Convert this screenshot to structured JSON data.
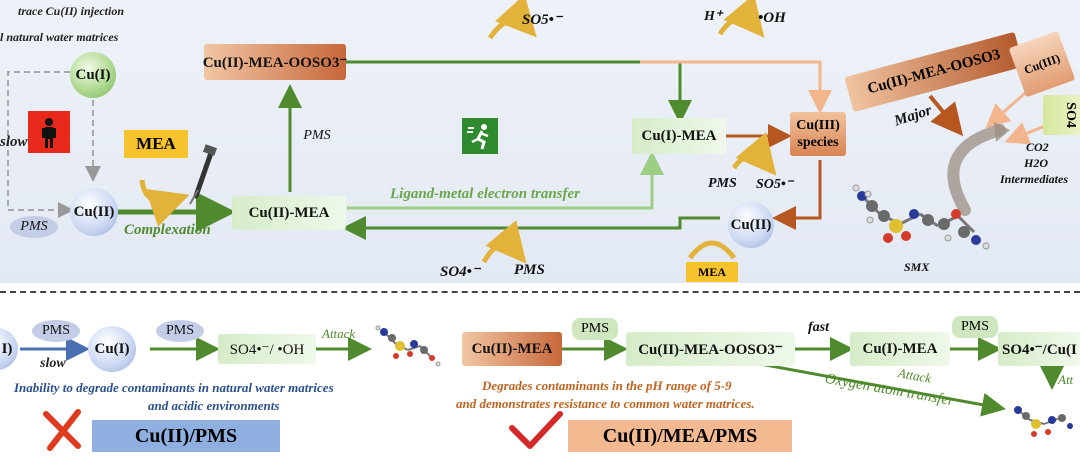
{
  "top": {
    "intro_line1": "trace Cu(II) injection",
    "intro_line2": "l natural water matrices",
    "left_cu1": "Cu(I)",
    "left_cu2": "Cu(II)",
    "slow": "slow",
    "pms_left": "PMS",
    "mea_label": "MEA",
    "cu2_mea_oso3": "Cu(II)-MEA-OOSO3⁻",
    "pms_vertical": "PMS",
    "cu2_mea": "Cu(II)-MEA",
    "complexation": "Complexation",
    "ligand_transfer": "Ligand-metal electron transfer",
    "so5_top": "SO5•⁻",
    "h_plus": "H⁺",
    "oh_top": "•OH",
    "cu1_mea": "Cu(I)-MEA",
    "cu3_species": "Cu(III) species",
    "pms_mid": "PMS",
    "so5_mid": "SO5•⁻",
    "cu2_right": "Cu(II)",
    "mea_small": "MEA",
    "so4_bottom": "SO4•⁻",
    "pms_bottom": "PMS"
  },
  "right_panel": {
    "big_label": "Cu(II)-MEA-OOSO3",
    "cu3": "Cu(III)",
    "so4_edge": "SO4",
    "major": "Major",
    "products": [
      "CO2",
      "H2O",
      "Intermediates"
    ],
    "smx": "SMX"
  },
  "bottom_left": {
    "cu_edge": "I)",
    "pms1": "PMS",
    "slow": "slow",
    "cu1": "Cu(I)",
    "pms2": "PMS",
    "radicals": "SO4•⁻/ •OH",
    "attack": "Attack",
    "caption_line1": "Inability to degrade contaminants in natural water matrices",
    "caption_line2": "and acidic environments",
    "system_label": "Cu(II)/PMS"
  },
  "bottom_right": {
    "cu2_mea": "Cu(II)-MEA",
    "pms1": "PMS",
    "complex": "Cu(II)-MEA-OOSO3⁻",
    "fast": "fast",
    "cu1_mea": "Cu(I)-MEA",
    "pms2": "PMS",
    "radicals_edge": "SO4•⁻/Cu(I",
    "attack1": "Attack",
    "attack2": "Att",
    "oxygen_transfer": "Oxygen atom transfer",
    "caption_line1": "Degrades contaminants in the pH range of 5-9",
    "caption_line2": "and demonstrates resistance to common water matrices.",
    "system_label": "Cu(II)/MEA/PMS"
  },
  "colors": {
    "dark_green": "#4f8a2e",
    "light_green": "#9ccf83",
    "brown": "#b8561f",
    "peach": "#f2b58d",
    "blue_text": "#2a4f8f",
    "orange_text": "#c0631f",
    "red_cross": "#e03a1e",
    "label_blue": "#8eafe0",
    "label_orange": "#f3b990"
  },
  "icons": [
    "person-icon",
    "running-man-icon",
    "pipette-icon",
    "sulfamethoxazole-molecule-icon",
    "cross-mark-icon",
    "check-mark-icon"
  ]
}
